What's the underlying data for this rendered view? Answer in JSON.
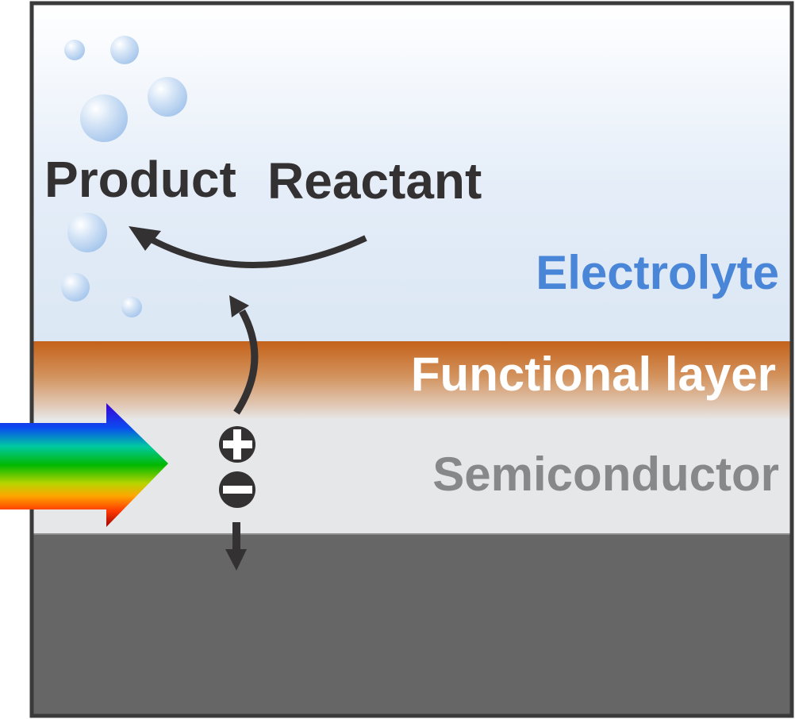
{
  "diagram": {
    "labels": {
      "product": "Product",
      "reactant": "Reactant",
      "electrolyte": "Electrolyte",
      "functional_layer": "Functional layer",
      "semiconductor": "Semiconductor"
    },
    "charges": {
      "hole": "+",
      "electron": "−"
    },
    "colors": {
      "text_dark": "#343132",
      "electrolyte_label": "#4a86d8",
      "functional_label": "#ffffff",
      "semiconductor_label": "#87888a",
      "electrolyte_top": "#ffffff",
      "electrolyte_bottom": "#dbe7f4",
      "functional_top": "#c4621a",
      "functional_bottom": "#e6e7e9",
      "semiconductor_fill": "#e6e7e9",
      "substrate_fill": "#666666",
      "border": "#3a3a3a",
      "bubble_light": "#ffffff",
      "bubble_dark": "#a6c6ec"
    },
    "light_arrow": {
      "name": "incident-light",
      "spectrum": [
        "#3d00d6",
        "#0a4cf0",
        "#00c9a0",
        "#00b800",
        "#b9d400",
        "#ffa600",
        "#ff3a00",
        "#a00000"
      ]
    }
  }
}
